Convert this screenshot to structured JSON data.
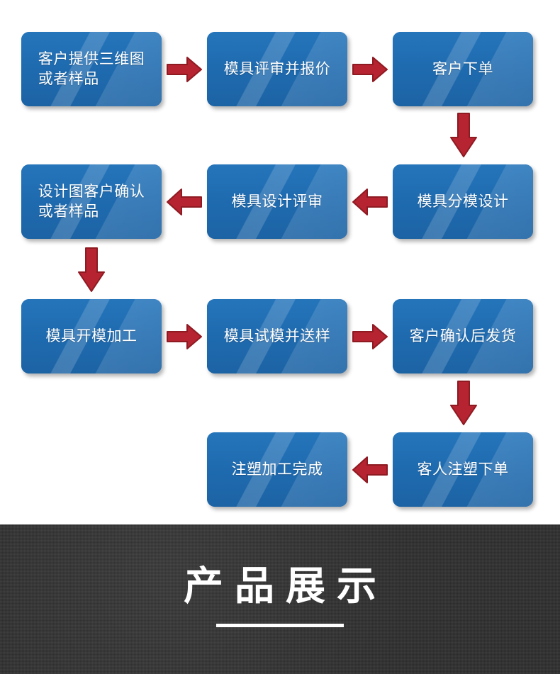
{
  "flowchart": {
    "type": "process-flow",
    "node_fill_color": "#1F6BB0",
    "arrow_color": "#B52430",
    "text_color": "#FFFFFF",
    "nodes": [
      {
        "id": "n1",
        "label": "客户提供三维图\n或者样品",
        "row": 1,
        "col": 1
      },
      {
        "id": "n2",
        "label": "模具评审并报价",
        "row": 1,
        "col": 2
      },
      {
        "id": "n3",
        "label": "客户下单",
        "row": 1,
        "col": 3
      },
      {
        "id": "n4",
        "label": "设计图客户确认\n或者样品",
        "row": 2,
        "col": 1
      },
      {
        "id": "n5",
        "label": "模具设计评审",
        "row": 2,
        "col": 2
      },
      {
        "id": "n6",
        "label": "模具分模设计",
        "row": 2,
        "col": 3
      },
      {
        "id": "n7",
        "label": "模具开模加工",
        "row": 3,
        "col": 1
      },
      {
        "id": "n8",
        "label": "模具试模并送样",
        "row": 3,
        "col": 2
      },
      {
        "id": "n9",
        "label": "客户确认后发货",
        "row": 3,
        "col": 3
      },
      {
        "id": "n10",
        "label": "注塑加工完成",
        "row": 4,
        "col": 2
      },
      {
        "id": "n11",
        "label": "客人注塑下单",
        "row": 4,
        "col": 3
      }
    ],
    "arrows": [
      {
        "id": "a1",
        "from": "n1",
        "to": "n2",
        "direction": "right"
      },
      {
        "id": "a2",
        "from": "n2",
        "to": "n3",
        "direction": "right"
      },
      {
        "id": "a3",
        "from": "n3",
        "to": "n6",
        "direction": "down"
      },
      {
        "id": "a4",
        "from": "n6",
        "to": "n5",
        "direction": "left"
      },
      {
        "id": "a5",
        "from": "n5",
        "to": "n4",
        "direction": "left"
      },
      {
        "id": "a6",
        "from": "n4",
        "to": "n7",
        "direction": "down"
      },
      {
        "id": "a7",
        "from": "n7",
        "to": "n8",
        "direction": "right"
      },
      {
        "id": "a8",
        "from": "n8",
        "to": "n9",
        "direction": "right"
      },
      {
        "id": "a9",
        "from": "n9",
        "to": "n11",
        "direction": "down"
      },
      {
        "id": "a10",
        "from": "n11",
        "to": "n10",
        "direction": "left"
      }
    ]
  },
  "banner": {
    "title": "产品展示",
    "background_color": "#2F2F2F",
    "text_color": "#FFFFFF"
  }
}
